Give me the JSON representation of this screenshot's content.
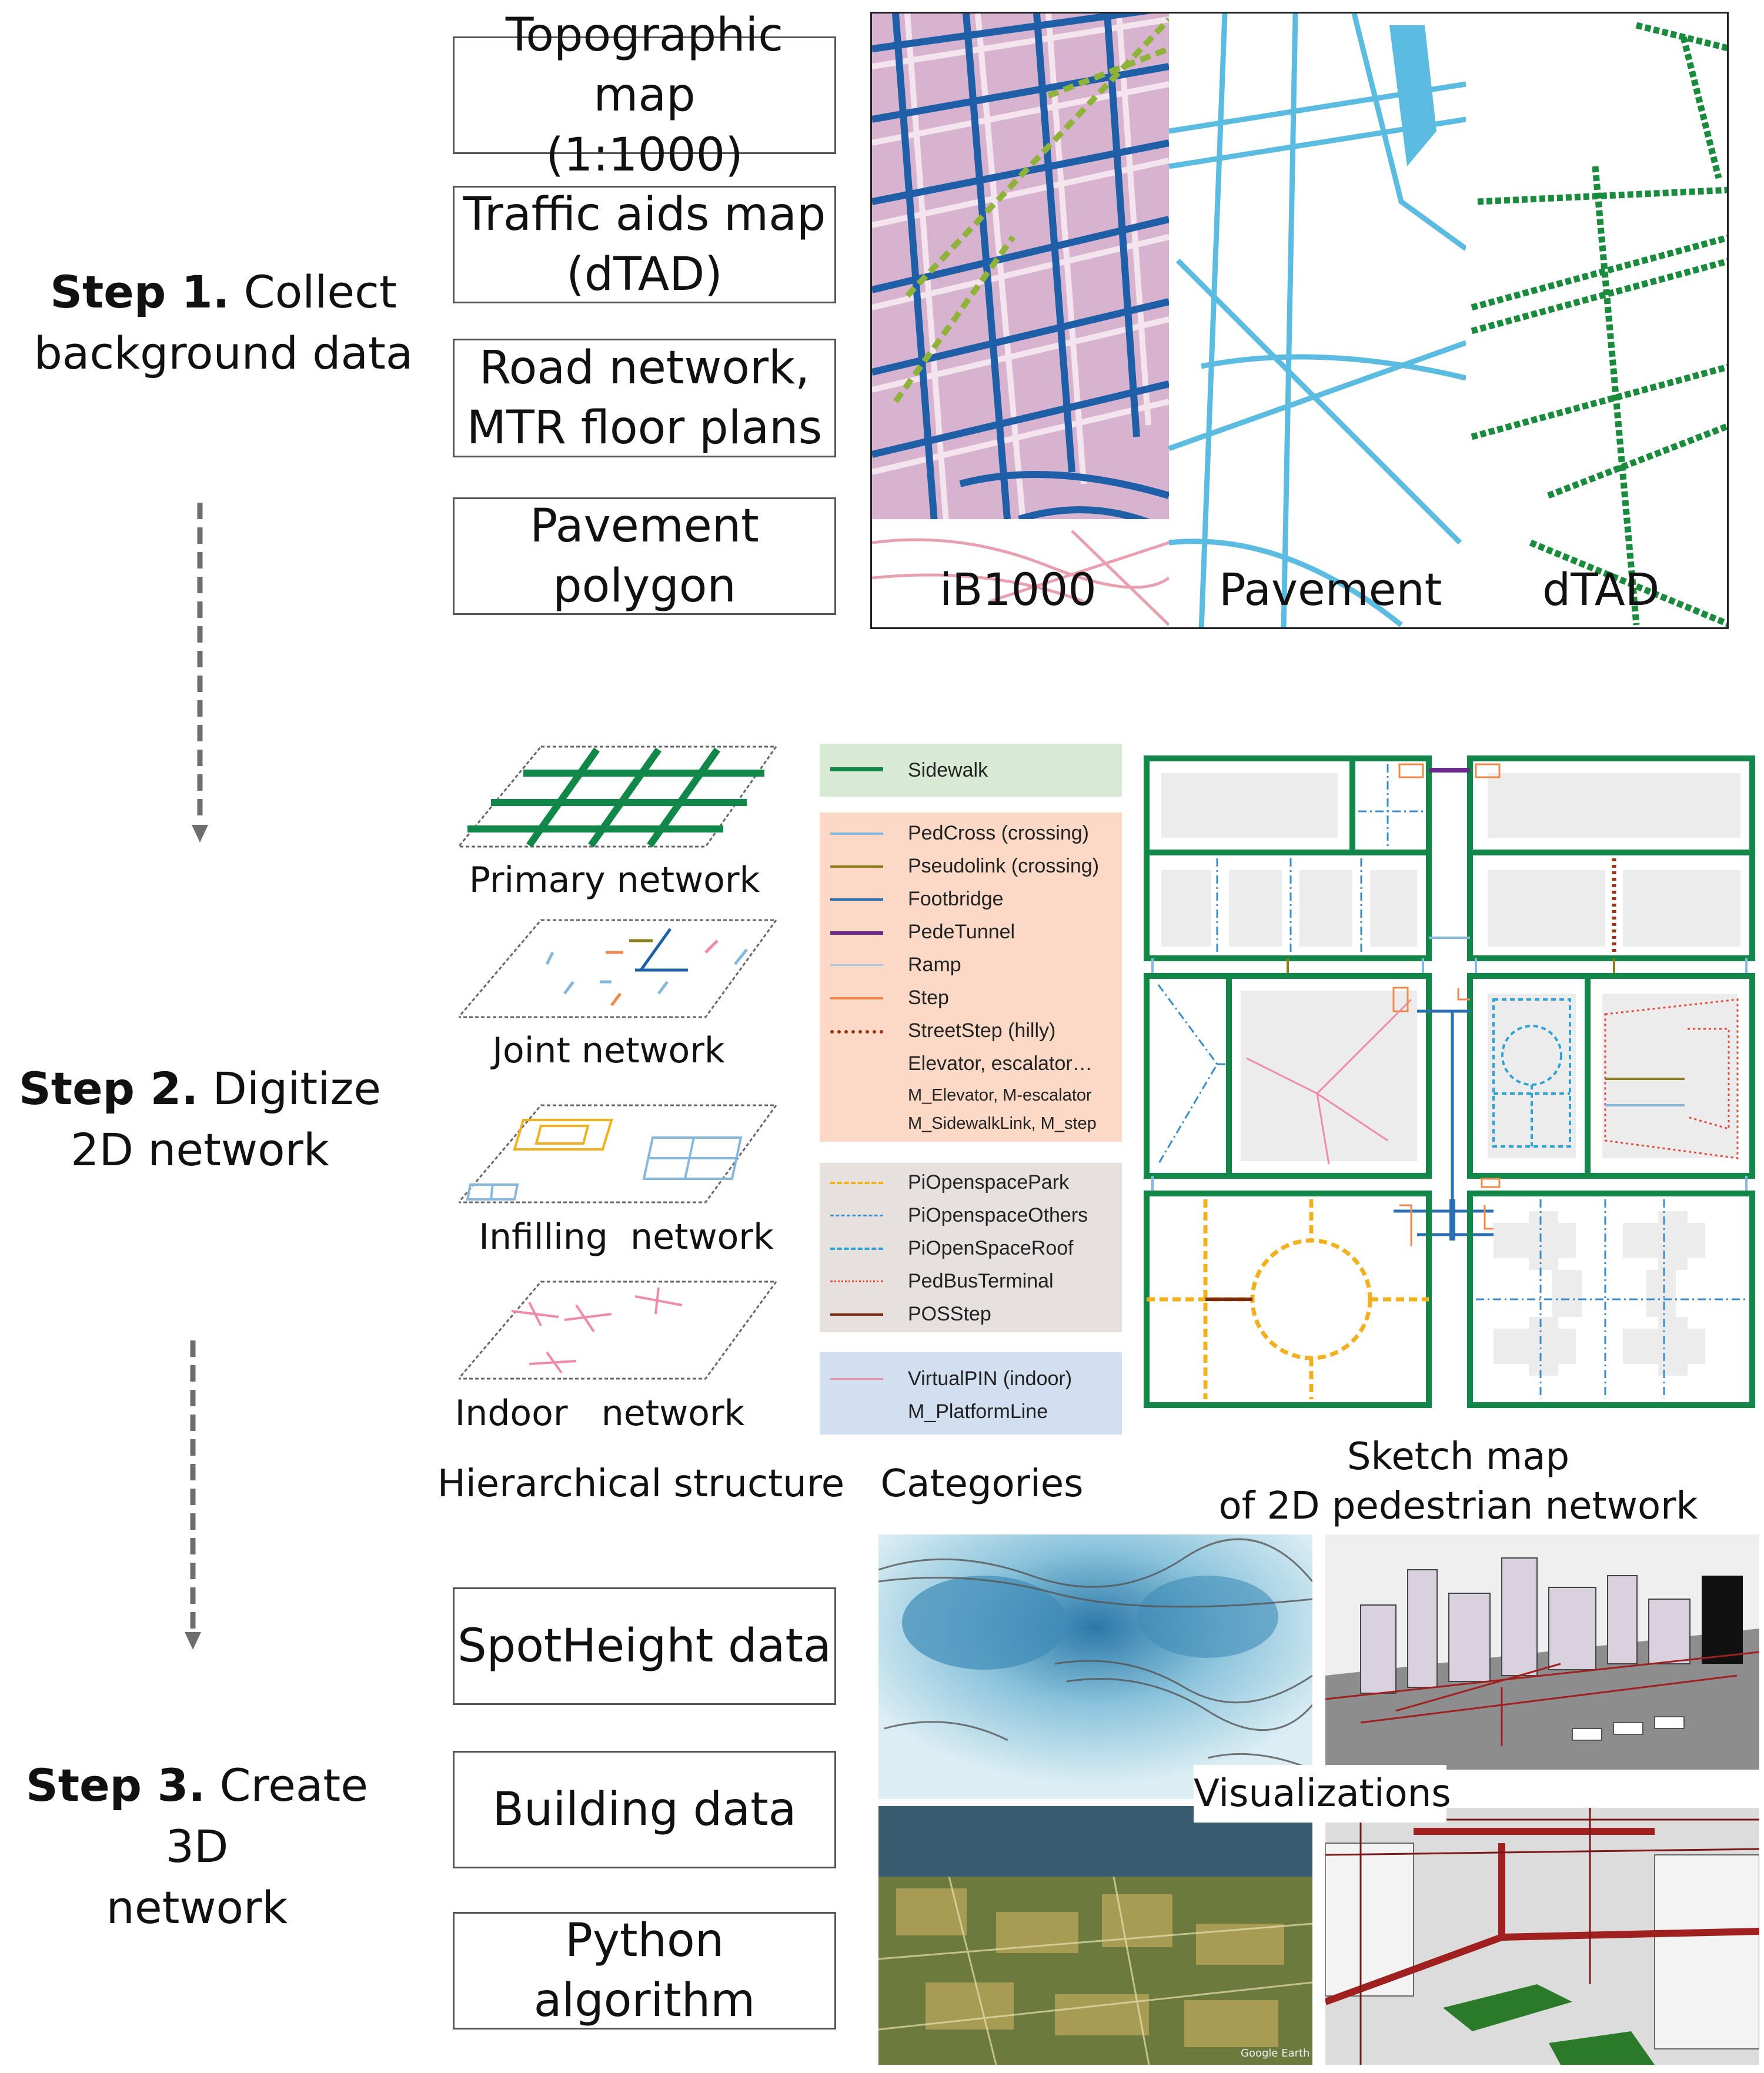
{
  "steps": {
    "step1": {
      "bold": "Step 1.",
      "rest": "Collect",
      "line2": "background data"
    },
    "step2": {
      "bold": "Step 2.",
      "rest": "Digitize",
      "line2": "2D network"
    },
    "step3": {
      "bold": "Step 3.",
      "rest": "Create 3D",
      "line2": "network"
    }
  },
  "step1_boxes": [
    {
      "line1": "Topographic map",
      "line2": "(1:1000)"
    },
    {
      "line1": "Traffic aids map",
      "line2": "(dTAD)"
    },
    {
      "line1": "Road network,",
      "line2": "MTR floor plans"
    },
    {
      "line1": "Pavement",
      "line2": "polygon"
    }
  ],
  "map_labels": {
    "ib1000": "iB1000",
    "pavement": "Pavement",
    "dtad": "dTAD"
  },
  "hierarchy": {
    "layers": [
      "Primary network",
      "Joint network",
      "Infilling  network",
      "Indoor   network"
    ],
    "caption": "Hierarchical structure"
  },
  "categories": {
    "caption": "Categories",
    "group1": [
      "Sidewalk"
    ],
    "group2": [
      "PedCross (crossing)",
      "Pseudolink (crossing)",
      "Footbridge",
      "PedeTunnel",
      "Ramp",
      "Step",
      "StreetStep (hilly)",
      "Elevator, escalator…",
      "M_Elevator, M-escalator",
      "M_SidewalkLink, M_step"
    ],
    "group3": [
      "PiOpenspacePark",
      "PiOpenspaceOthers",
      "PiOpenSpaceRoof",
      "PedBusTerminal",
      "POSStep"
    ],
    "group4": [
      "VirtualPIN (indoor)",
      "M_PlatformLine"
    ]
  },
  "sketch": {
    "caption_line1": "Sketch map",
    "caption_line2": "of 2D pedestrian network"
  },
  "step3_boxes": [
    "SpotHeight data",
    "Building data",
    "Python algorithm"
  ],
  "visualizations": {
    "label": "Visualizations",
    "google_credit": "Google Earth"
  },
  "colors": {
    "sidewalk": "#11884a",
    "pedcross": "#86b8dd",
    "pseudolink": "#8a7d1e",
    "footbridge": "#2a6fb2",
    "pedetunnel": "#6a2a8a",
    "ramp": "#a8c6e6",
    "step": "#ef8a4f",
    "streetstep": "#9c3412",
    "park": "#f2b01e",
    "others": "#3a8dc4",
    "roof": "#2da4d6",
    "busterminal": "#e24b3a",
    "posstep": "#7a2a10",
    "virtualpin": "#ef8aa8",
    "panel_green": "#d8ead3",
    "panel_peach": "#fbd9c6",
    "panel_grey": "#e6e1df",
    "panel_blue": "#d2dff0",
    "map_pink": "#d8b3cf",
    "map_blue": "#1e5fa8",
    "pave_blue": "#5bbbe0",
    "dtad_green": "#1a8a3c"
  }
}
